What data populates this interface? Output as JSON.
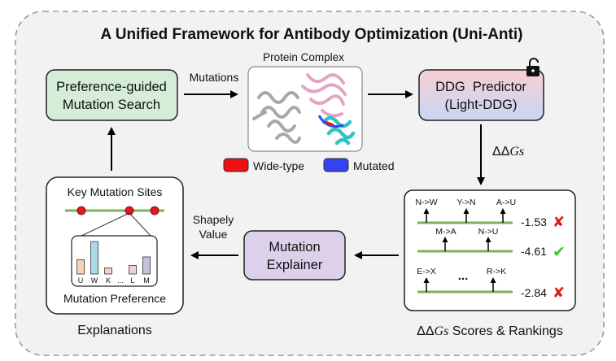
{
  "title": "A Unified Framework for Antibody Optimization (Uni-Anti)",
  "search_box": {
    "line1": "Preference-guided",
    "line2": "Mutation Search"
  },
  "mutations_label": "Mutations",
  "protein": {
    "title": "Protein Complex",
    "legend_wild": "Wide-type",
    "legend_mutated": "Mutated"
  },
  "ddg_box": {
    "line1": "DDG  Predictor",
    "line2": "(Light-DDG)"
  },
  "ddg_label": {
    "symbol": "ΔΔ",
    "var": "Gs"
  },
  "scores_panel": {
    "rows": [
      {
        "mutations": [
          "N->W",
          "Y->N",
          "A->U"
        ],
        "score": "-1.53",
        "mark": "✘"
      },
      {
        "mutations": [
          "M->A",
          "N->U"
        ],
        "score": "-4.61",
        "mark": "✔"
      },
      {
        "mutations": [
          "E->X",
          "R->K"
        ],
        "score": "-2.84",
        "mark": "✘"
      }
    ],
    "ellipsis": "...",
    "caption_symbol": "ΔΔ",
    "caption_var": "Gs",
    "caption_rest": " Scores & Rankings"
  },
  "explainer_box": {
    "line1": "Mutation",
    "line2": "Explainer"
  },
  "shapely": {
    "line1": "Shapely",
    "line2": "Value"
  },
  "explanations": {
    "sites_title": "Key Mutation Sites",
    "bar_labels": [
      "U",
      "W",
      "K",
      "...",
      "L",
      "M"
    ],
    "preference_title": "Mutation Preference",
    "caption": "Explanations"
  },
  "colors": {
    "search_fill": "#d5ecd7",
    "ddg_grad_top": "#f8cfd3",
    "ddg_grad_bottom": "#c9d6f3",
    "explainer_fill": "#ddd0ea",
    "wild": "#ee1111",
    "mutated": "#3344ee",
    "green_line": "#7bb35a",
    "red_dot": "#e51919",
    "check": "#33cc33",
    "cross": "#e51919",
    "bars": [
      "#f7d3b6",
      "#a9dbe6",
      "#f6cfc4",
      "#f3cfd9",
      "#c3c2dc"
    ]
  },
  "bar_values": [
    0.42,
    0.95,
    0.18,
    0.25,
    0.5
  ]
}
